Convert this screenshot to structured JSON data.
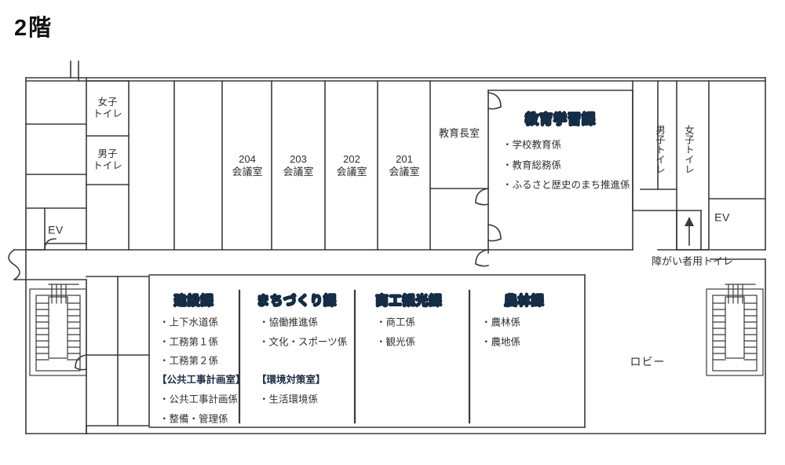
{
  "page": {
    "floor_title": "2階",
    "background": "#ffffff",
    "line_color": "#3a3a3a",
    "accent_color": "#17314d"
  },
  "upper_wing": {
    "restrooms": [
      {
        "name": "restroom-women-left",
        "label": "女子\nトイレ"
      },
      {
        "name": "restroom-men-left",
        "label": "男子\nトイレ"
      }
    ],
    "meeting_rooms": [
      {
        "number": "204",
        "suffix": "会議室",
        "label": "204\n会議室"
      },
      {
        "number": "203",
        "suffix": "会議室",
        "label": "203\n会議室"
      },
      {
        "number": "202",
        "suffix": "会議室",
        "label": "202\n会議室"
      },
      {
        "number": "201",
        "suffix": "会議室",
        "label": "201\n会議室"
      }
    ],
    "superintendent_room": "教育長室",
    "education_section": {
      "title": "教育学習課",
      "items": [
        "・学校教育係",
        "・教育総務係",
        "・ふるさと歴史のまち推進係"
      ]
    },
    "restrooms_right": [
      {
        "name": "restroom-men-right",
        "label": "男子トイレ"
      },
      {
        "name": "restroom-women-right",
        "label": "女子トイレ"
      }
    ],
    "accessible_restroom": "障がい者用トイレ",
    "elevator_left": "EV",
    "elevator_right": "EV"
  },
  "lower_wing": {
    "lobby": "ロビー",
    "departments": [
      {
        "name": "construction",
        "title": "建設課",
        "items": [
          "・上下水道係",
          "・工務第１係",
          "・工務第２係"
        ],
        "sub_title": "【公共工事計画室】",
        "sub_items": [
          "・公共工事計画係",
          "・整備・管理係"
        ]
      },
      {
        "name": "town-planning",
        "title": "まちづくり課",
        "items": [
          "・協働推進係",
          "・文化・スポーツ係"
        ],
        "sub_title": "【環境対策室】",
        "sub_items": [
          "・生活環境係"
        ]
      },
      {
        "name": "commerce-tourism",
        "title": "商工観光課",
        "items": [
          "・商工係",
          "・観光係"
        ],
        "sub_title": "",
        "sub_items": []
      },
      {
        "name": "agriculture-forestry",
        "title": "農林課",
        "items": [
          "・農林係",
          "・農地係"
        ],
        "sub_title": "",
        "sub_items": []
      }
    ]
  }
}
